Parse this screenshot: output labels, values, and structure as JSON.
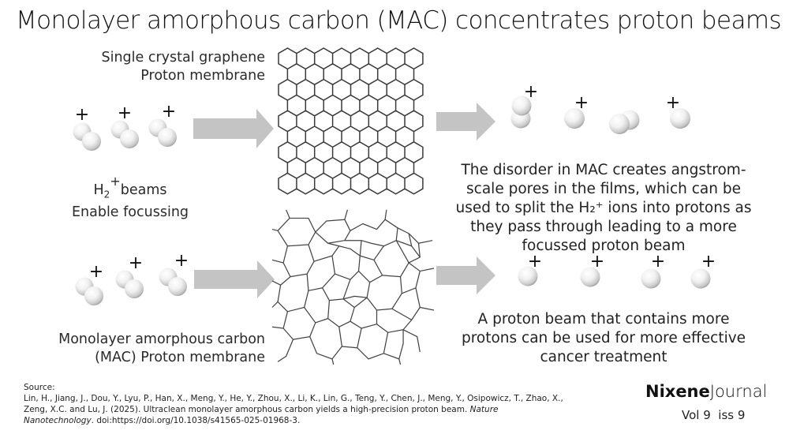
{
  "title": "Monolayer amorphous carbon (MAC) concentrates proton beams",
  "top_row": {
    "membrane_label_line1": "Single crystal graphene",
    "membrane_label_line2": "Proton membrane",
    "input_caption": {
      "h2_symbol": "H",
      "h2_subscript": "2",
      "h2_superscript": "+",
      "line1_rest": "beams",
      "line2": "Enable focussing"
    },
    "input_particles": [
      "H2+",
      "H2+",
      "H2+"
    ],
    "output_particles": [
      "H2+ (stacked)",
      "H+",
      "H2 (neutral)",
      "H+"
    ],
    "explanation": [
      "The disorder in MAC creates angstrom-",
      "scale pores in the films, which can be",
      "used to split the H₂⁺ ions into protons as",
      "they pass through leading to a more",
      "focussed proton beam"
    ]
  },
  "bottom_row": {
    "membrane_label_line1": "Monolayer amorphous carbon",
    "membrane_label_line2": "(MAC) Proton membrane",
    "input_particles": [
      "H2+",
      "H2+",
      "H2+"
    ],
    "output_particles": [
      "H+",
      "H+",
      "H+",
      "H+"
    ],
    "explanation": [
      "A proton beam that contains more",
      "protons can be used for more effective",
      "cancer treatment"
    ]
  },
  "charge_symbol": "+",
  "colors": {
    "arrow": "#c4c4c4",
    "lattice_line": "#3a3a3a",
    "text": "#222222"
  },
  "source": {
    "heading": "Source:",
    "line1": "Lin, H., Jiang, J., Dou, Y., Lyu, P., Han, X., Meng, Y., He, Y., Zhou, X., Li, K., Lin, G., Teng, Y., Chen, J., Meng, Y., Osipowicz, T., Zhao, X.,",
    "line2": "Zeng, X.C. and Lu, J. (2025). Ultraclean monolayer amorphous carbon yields a high-precision proton beam.",
    "journal_part1": "Nature",
    "journal_part2": "Nanotechnology",
    "doi": ". doi:https://doi.org/10.1038/s41565-025-01968-3."
  },
  "brand": {
    "bold": "Nixene",
    "light": "Journal",
    "volume": "Vol 9  iss 9"
  }
}
